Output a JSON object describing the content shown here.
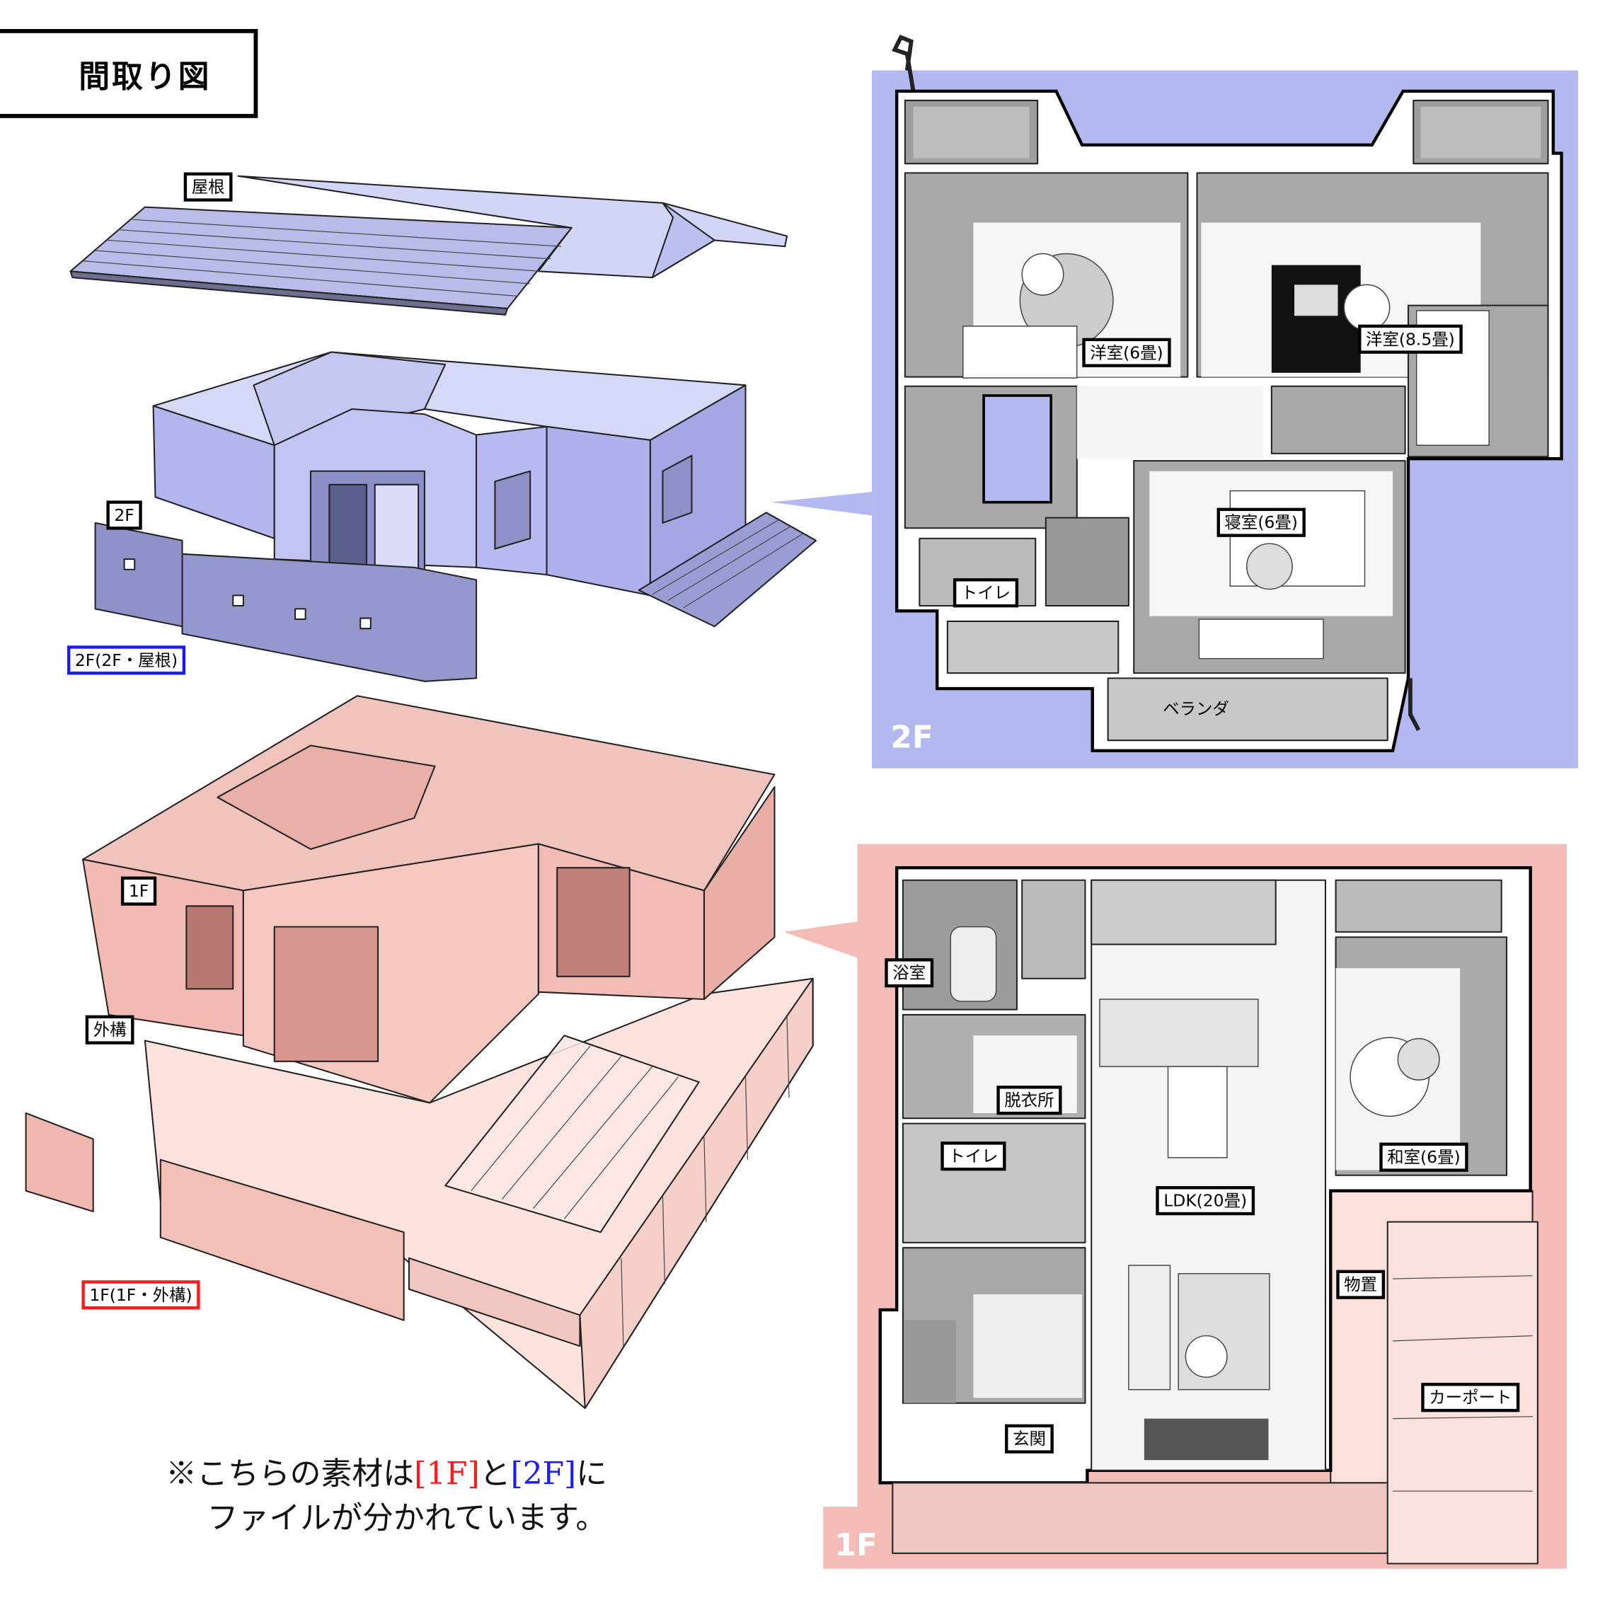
{
  "title": "間取り図",
  "model_labels": {
    "roof": "屋根",
    "floor2": "2F",
    "floor1": "1F",
    "exterior": "外構"
  },
  "file_labels": {
    "file2": "2F(2F・屋根)",
    "file1": "1F(1F・外構)"
  },
  "colors": {
    "floor2_panel": "#b4b8f0",
    "floor1_panel": "#f4bcb6",
    "file2_label": "#1a1aff",
    "file1_label": "#ff1a1a",
    "yard": "#fde0dc"
  },
  "plan_2f": {
    "floor_tag": "2F",
    "rooms": {
      "western_6": "洋室(6畳)",
      "western_8_5": "洋室(8.5畳)",
      "bedroom": "寝室(6畳)",
      "toilet": "トイレ",
      "veranda": "ベランダ"
    }
  },
  "plan_1f": {
    "floor_tag": "1F",
    "rooms": {
      "bath": "浴室",
      "dressing": "脱衣所",
      "toilet": "トイレ",
      "ldk": "LDK(20畳)",
      "washitsu": "和室(6畳)",
      "storage": "物置",
      "carport": "カーポート",
      "entrance": "玄関"
    }
  },
  "caption": {
    "line1_pre": "※こちらの素材は",
    "tag1": "[1F]",
    "line1_mid": "と",
    "tag2": "[2F]",
    "line1_post": "に",
    "line2": "ファイルが分かれています。"
  }
}
